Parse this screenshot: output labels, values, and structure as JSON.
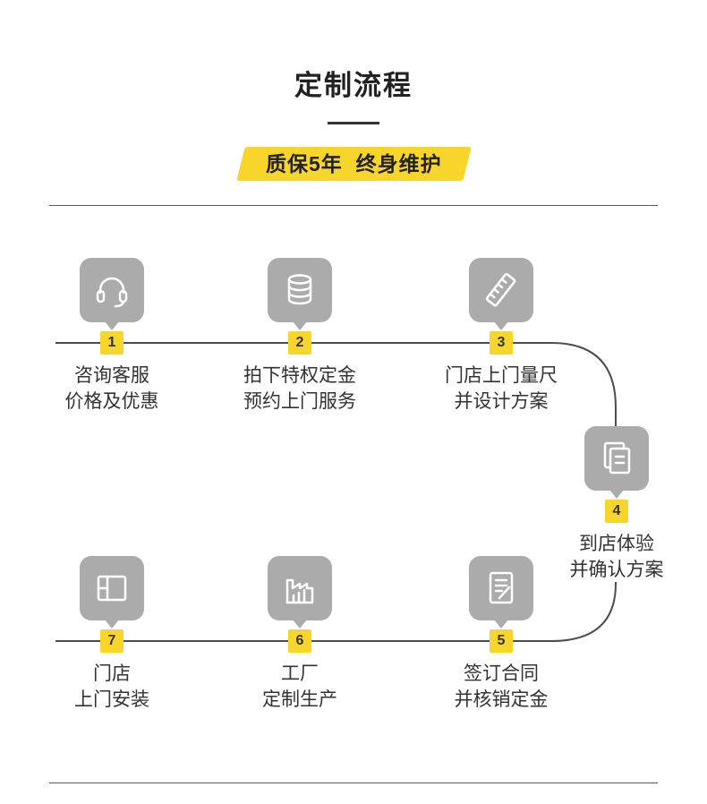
{
  "page": {
    "title": "定制流程",
    "ribbon": "质保5年  终身维护"
  },
  "steps": [
    {
      "num": "1",
      "icon": "headset-icon",
      "lines": [
        "咨询客服",
        "价格及优惠"
      ]
    },
    {
      "num": "2",
      "icon": "coins-icon",
      "lines": [
        "拍下特权定金",
        "预约上门服务"
      ]
    },
    {
      "num": "3",
      "icon": "ruler-icon",
      "lines": [
        "门店上门量尺",
        "并设计方案"
      ]
    },
    {
      "num": "4",
      "icon": "documents-icon",
      "lines": [
        "到店体验",
        "并确认方案"
      ]
    },
    {
      "num": "5",
      "icon": "contract-icon",
      "lines": [
        "签订合同",
        "并核销定金"
      ]
    },
    {
      "num": "6",
      "icon": "factory-icon",
      "lines": [
        "工厂",
        "定制生产"
      ]
    },
    {
      "num": "7",
      "icon": "window-icon",
      "lines": [
        "门店",
        "上门安装"
      ]
    }
  ],
  "colors": {
    "accent_yellow": "#F7D52B",
    "icon_gray": "#ABABAB",
    "text_dark": "#333333",
    "line_dark": "#4D4D4D"
  }
}
